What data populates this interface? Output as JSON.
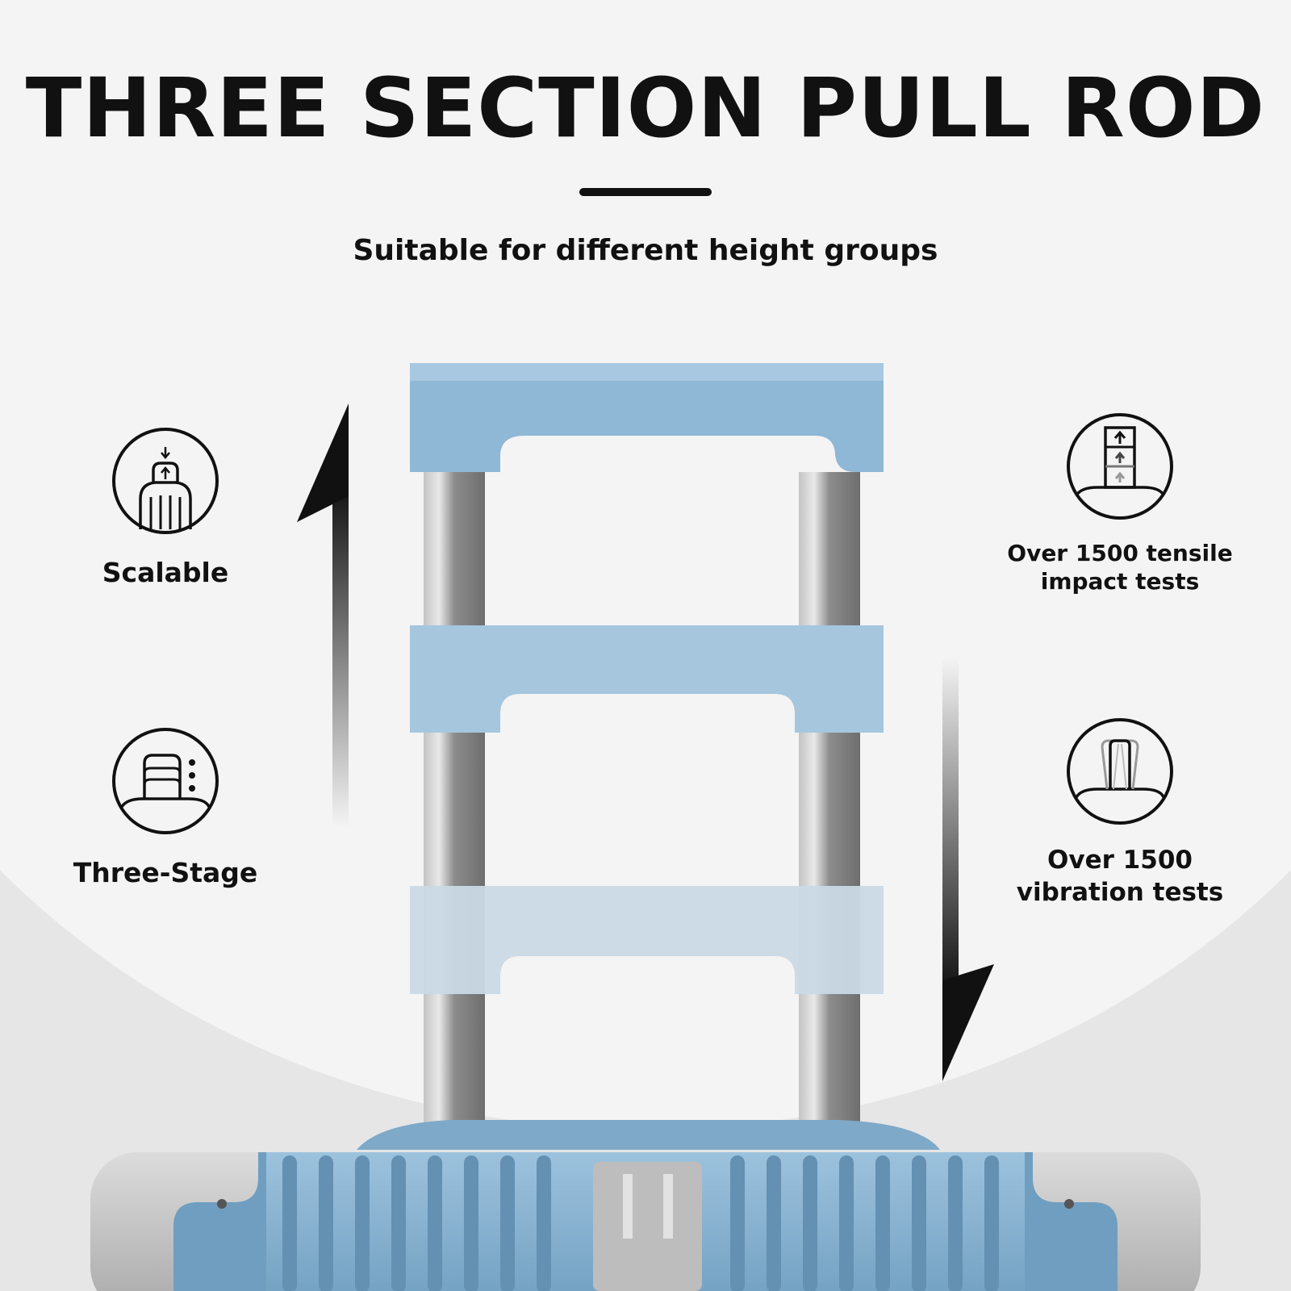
{
  "header": {
    "title": "THREE SECTION PULL ROD",
    "subtitle": "Suitable for different height groups"
  },
  "features": {
    "left": [
      {
        "label": "Scalable",
        "icon": "telescopic-handle-icon"
      },
      {
        "label": "Three-Stage",
        "icon": "three-stage-handle-icon"
      }
    ],
    "right": [
      {
        "label_lines": [
          "Over 1500 tensile",
          "impact tests"
        ],
        "icon": "tensile-test-icon"
      },
      {
        "label_lines": [
          "Over 1500",
          "vibration tests"
        ],
        "icon": "vibration-test-icon"
      }
    ]
  },
  "colors": {
    "background": "#e6e6e6",
    "arc": "#f4f4f4",
    "text": "#111111",
    "handle_blue": "#8fb8d6",
    "rod_gray": "#9a9a9a",
    "suitcase_blue": "#86b3d2",
    "suitcase_silver": "#c9c9c9"
  }
}
